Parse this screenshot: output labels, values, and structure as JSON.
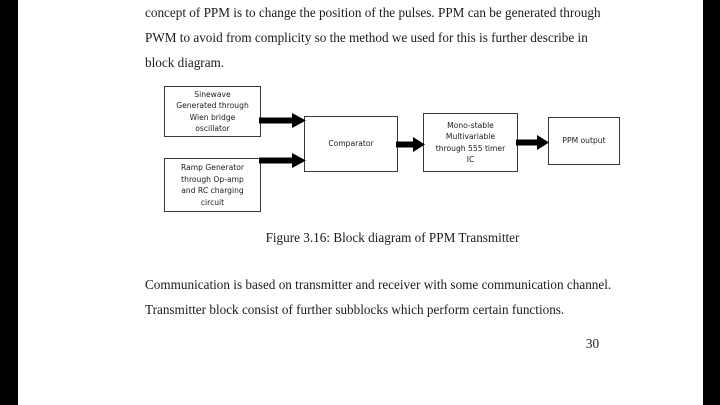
{
  "document": {
    "paragraph_top": [
      "concept of PPM is to change the position of the pulses. PPM can be generated through",
      "PWM to avoid from complicity so the method we used for this is further describe in",
      "block diagram."
    ],
    "figure_caption": "Figure 3.16: Block diagram of PPM Transmitter",
    "paragraph_bottom": [
      "Communication is based on transmitter and receiver with some communication channel.",
      "Transmitter block consist of further subblocks which perform certain functions."
    ],
    "page_number": "30"
  },
  "diagram": {
    "blocks": [
      {
        "id": "sinewave-oscillator",
        "text": "Sinewave\nGenerated through\nWien bridge\noscillator"
      },
      {
        "id": "ramp-generator",
        "text": "Ramp Generator\nthrough Op-amp\nand RC charging\ncircuit"
      },
      {
        "id": "comparator",
        "text": "Comparator"
      },
      {
        "id": "monostable-multivibrator",
        "text": "Mono-stable\nMultivariable\nthrough 555 timer\nIC"
      },
      {
        "id": "ppm-output",
        "text": "PPM output"
      }
    ],
    "connectors": [
      {
        "id": "sinewave-to-comparator",
        "from": "sinewave-oscillator",
        "to": "comparator"
      },
      {
        "id": "ramp-to-comparator",
        "from": "ramp-generator",
        "to": "comparator"
      },
      {
        "id": "comparator-to-monostable",
        "from": "comparator",
        "to": "monostable-multivibrator"
      },
      {
        "id": "monostable-to-ppm-output",
        "from": "monostable-multivibrator",
        "to": "ppm-output"
      }
    ]
  },
  "colors": {
    "page_background": "#ffffff",
    "letterbox": "#000000",
    "text": "#1b1b1b",
    "block_border": "#3a3a3a",
    "arrow": "#000000"
  }
}
